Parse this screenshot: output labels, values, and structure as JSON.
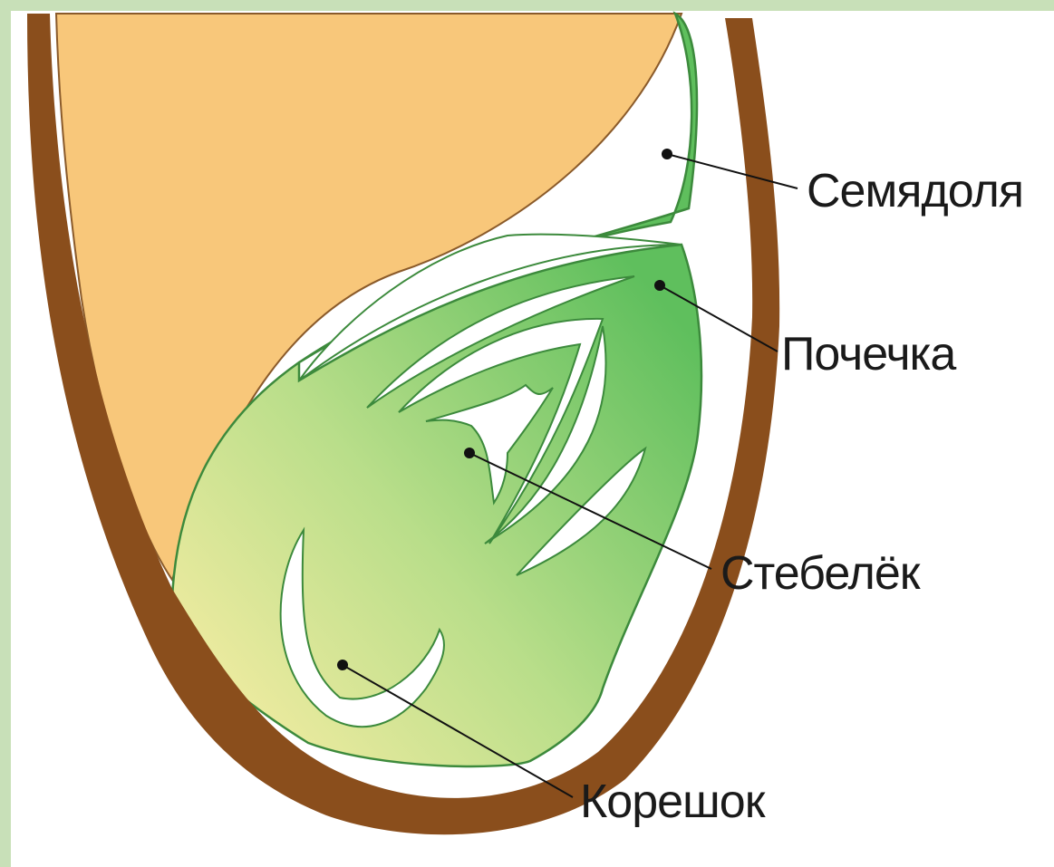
{
  "diagram": {
    "labels": {
      "cotyledon": "Семядоля",
      "bud": "Почечка",
      "stem": "Стебелёк",
      "root": "Корешок"
    },
    "colors": {
      "page_border": "#c8e0b8",
      "seed_coat": "#8a4e1c",
      "endosperm": "#f8c77a",
      "embryo_dark": "#62c060",
      "embryo_light": "#f0eaa0",
      "outline": "#3c8a3c",
      "leader_line": "#111111"
    }
  }
}
